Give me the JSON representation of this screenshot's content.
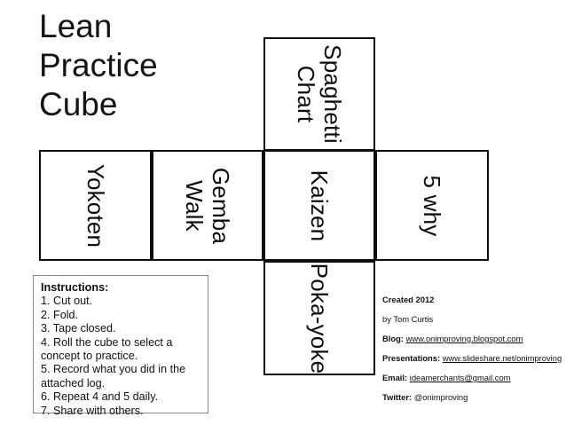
{
  "title": {
    "line1": "Lean",
    "line2": "Practice",
    "line3": "Cube"
  },
  "cube_net": {
    "faces": [
      {
        "id": "spaghetti",
        "line1": "Spaghetti",
        "line2": "Chart"
      },
      {
        "id": "yokoten",
        "line1": "Yokoten",
        "line2": ""
      },
      {
        "id": "gemba",
        "line1": "Gemba",
        "line2": "Walk"
      },
      {
        "id": "kaizen",
        "line1": "Kaizen",
        "line2": ""
      },
      {
        "id": "fivewhy",
        "line1": "5 why",
        "line2": ""
      },
      {
        "id": "pokayoke",
        "line1": "Poka-yoke",
        "line2": ""
      }
    ]
  },
  "instructions": {
    "heading": "Instructions:",
    "lines": [
      "1. Cut out.",
      "2. Fold.",
      "3. Tape closed.",
      "4. Roll the cube to select a",
      "concept to practice.",
      "5. Record what you did in the",
      "attached log.",
      "6. Repeat 4 and 5 daily.",
      "7. Share with others."
    ]
  },
  "credits": {
    "created": "Created 2012",
    "author": "by Tom Curtis",
    "blog_label": "Blog:",
    "blog_value": "www.onimproving.blogspot.com",
    "presentations_label": "Presentations:",
    "presentations_value": "www.slideshare.net/onimproving",
    "email_label": "Email:",
    "email_value": "ideamerchants@gmail.com",
    "twitter_label": "Twitter:",
    "twitter_value": "@onimproving"
  },
  "colors": {
    "net_border": "#0d0d0d",
    "instructions_border": "#8a8a8a",
    "text": "#111111",
    "background": "#ffffff"
  }
}
